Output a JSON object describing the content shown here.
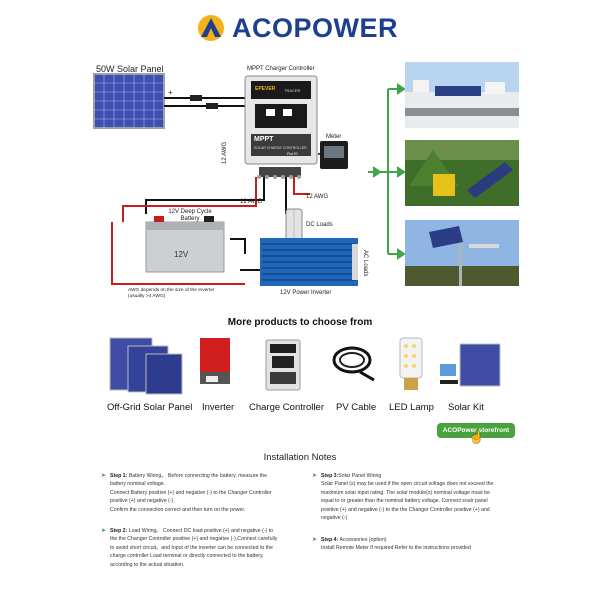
{
  "brand": {
    "name": "ACOPOWER",
    "color": "#1c3f8f",
    "accent": "#f2b21a"
  },
  "diagram": {
    "solar_panel_label": "50W Solar Panel",
    "controller_label": "MPPT Charger Controller",
    "controller_brand": "EPEVER",
    "controller_model": "TRACER",
    "controller_mppt": "MPPT",
    "controller_sub": "SOLAR CHARGE CONTROLLER",
    "controller_rohs": "RoHS",
    "meter_label": "Meter",
    "battery_label": "12V Deep Cycle Battery",
    "battery_face": "12V",
    "dc_loads_label": "DC Loads",
    "ac_loads_label": "AC Loads",
    "inverter_label": "12V Power Inverter",
    "awg_note": "AWG depends on the size of the Inverter (usually >4 AWG)",
    "wire_awg_vertical": "12 AWG",
    "wire_awg_left": "12 AWG",
    "wire_awg_right": "12 AWG",
    "plus": "+",
    "minus": "-"
  },
  "products_title": "More products to choose from",
  "products": [
    {
      "label": "Off-Grid Solar Panel"
    },
    {
      "label": "Inverter"
    },
    {
      "label": "Charge Controller"
    },
    {
      "label": "PV Cable"
    },
    {
      "label": "LED Lamp"
    },
    {
      "label": "Solar Kit"
    }
  ],
  "storefront_button": "ACOPower storefront",
  "notes_title": "Installation Notes",
  "steps": {
    "s1": {
      "head": "Step 1:",
      "l1": " Battery Wiring。 Before connecting the battery, measure the",
      "l2": "battery nominal voltage.",
      "l3": "Connect Battery positive (+) and negative (-) to the Changer Controller",
      "l4": "positive (+) and negative (-)",
      "l5": "Confirm the connection correct and then turn on the power."
    },
    "s2": {
      "head": "Step 2:",
      "l1": " Load Wiring。 Connect DC load positive (+) and negative (-) to",
      "l2": "the the Changer Controller positive (+) and negative (-).Connect carefully",
      "l3": "to avoid short circuit。and  Input of the inverter can be connected to the",
      "l4": "charge controller Load terminal or directly connected to the battery,",
      "l5": "according to the actual situation."
    },
    "s3": {
      "head": "Step 3:",
      "l1": "Solar  Panel  Wiring",
      "l2": "Solar Panel (s) may be used if the open circuit voltage does not exceed the",
      "l3": "maximum solar input rating. The solar module(s) nominal voltage must be",
      "l4": "equal to or greater than the nominal battery voltage. Connect soalr panel",
      "l5": "positive (+) and negative (-) to the the Changer Controller positive (+) and",
      "l6": "negative (-)"
    },
    "s4": {
      "head": "Step 4:",
      "l1": " Accessories (option)",
      "l2": "Install Remote Meter if required  Refer to the instructions provided"
    }
  }
}
